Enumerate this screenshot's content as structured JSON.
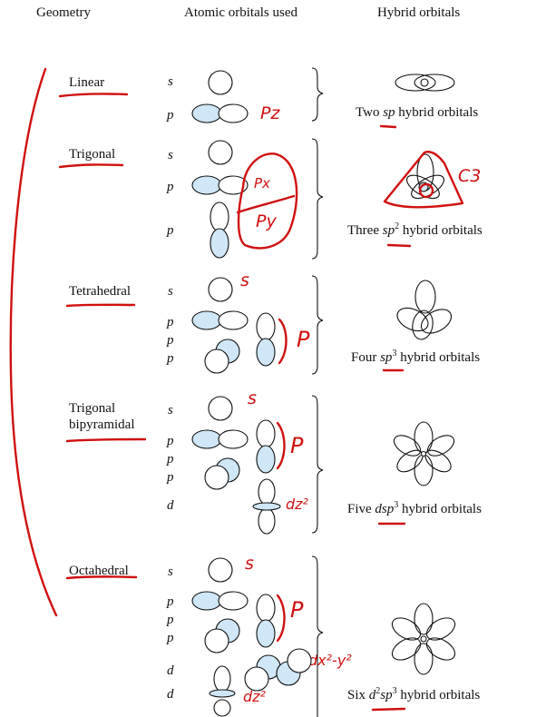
{
  "headers": {
    "geometry": "Geometry",
    "atomic": "Atomic orbitals used",
    "hybrid": "Hybrid orbitals"
  },
  "rows": [
    {
      "geometry": "Linear",
      "orbital_labels": [
        "s",
        "p"
      ],
      "hybrid": {
        "prefix": "Two ",
        "type": "sp",
        "sup": "",
        "suffix": " hybrid orbitals"
      }
    },
    {
      "geometry": "Trigonal",
      "orbital_labels": [
        "s",
        "p",
        "p"
      ],
      "hybrid": {
        "prefix": "Three ",
        "type": "sp",
        "sup": "2",
        "suffix": " hybrid orbitals"
      }
    },
    {
      "geometry": "Tetrahedral",
      "orbital_labels": [
        "s",
        "p",
        "p",
        "p"
      ],
      "hybrid": {
        "prefix": "Four ",
        "type": "sp",
        "sup": "3",
        "suffix": " hybrid orbitals"
      }
    },
    {
      "geometry": "Trigonal bipyramidal",
      "orbital_labels": [
        "s",
        "p",
        "p",
        "p",
        "d"
      ],
      "hybrid": {
        "prefix": "Five ",
        "type": "dsp",
        "sup": "3",
        "suffix": " hybrid orbitals"
      }
    },
    {
      "geometry": "Octahedral",
      "orbital_labels": [
        "s",
        "p",
        "p",
        "p",
        "d",
        "d"
      ],
      "hybrid": {
        "prefix": "Six ",
        "type": "d",
        "sup": "2",
        "type2": "sp",
        "sup2": "3",
        "suffix": " hybrid orbitals"
      }
    }
  ],
  "annotations": {
    "pz": "Pz",
    "px": "Px",
    "py": "Py",
    "c3": "C3",
    "s_tetra": "s",
    "p_tetra": "P",
    "s_tbp": "s",
    "p_tbp": "P",
    "dz2_tbp": "dz²",
    "s_oct": "s",
    "p_oct": "P",
    "dx2y2_oct": "dx²-y²",
    "dz2_oct": "dz²"
  },
  "colors": {
    "orbital_fill": "#cfe7f6",
    "ink": "#111111",
    "annotation": "#d01010"
  }
}
